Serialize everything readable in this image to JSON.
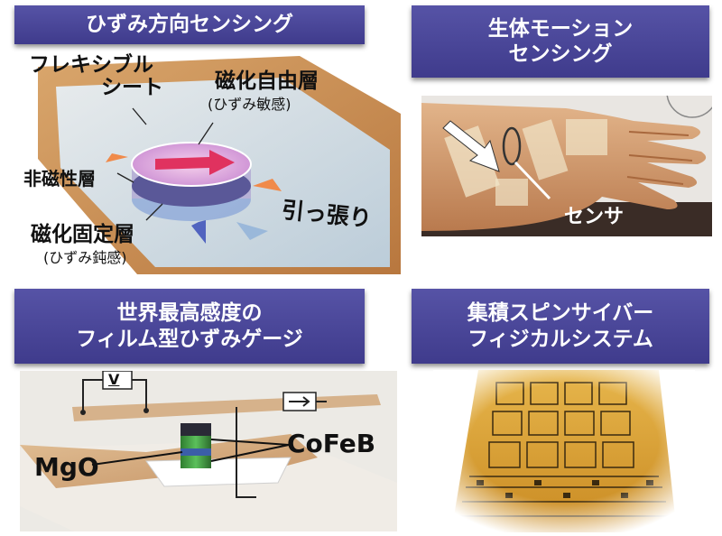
{
  "panel1": {
    "title": "ひずみ方向センシング",
    "flexible_sheet_line1": "フレキシブル",
    "flexible_sheet_line2": "シート",
    "free_layer": "磁化自由層",
    "free_layer_note": "(ひずみ敏感)",
    "nonmagnetic_layer": "非磁性層",
    "pull": "引っ張り",
    "pinned_layer": "磁化固定層",
    "pinned_layer_note": "(ひずみ鈍感)"
  },
  "panel2": {
    "title_line1": "生体モーション",
    "title_line2": "センシング",
    "sensor_label": "センサ"
  },
  "panel3": {
    "title_line1": "世界最高感度の",
    "title_line2": "フィルム型ひずみゲージ",
    "voltage_label": "V",
    "mgo_label": "MgO",
    "cofeb_label": "CoFeB"
  },
  "panel4": {
    "title_line1": "集積スピンサイバー",
    "title_line2": "フィジカルシステム"
  },
  "colors": {
    "banner": "#4a46a0",
    "skin": "#d9a77a",
    "flex_sheet": "#c98b4f"
  }
}
